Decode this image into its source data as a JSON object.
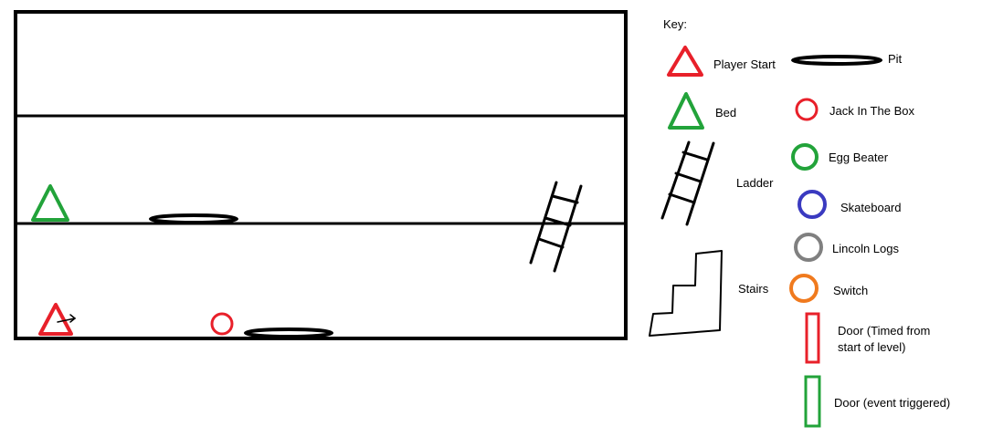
{
  "key_title": "Key:",
  "colors": {
    "red": "#e8202a",
    "green": "#22a33a",
    "blue": "#3a3ac0",
    "gray": "#808080",
    "orange": "#f07a1e",
    "black": "#000000"
  },
  "legend": {
    "player_start": "Player Start",
    "pit": "Pit",
    "bed": "Bed",
    "jack_in_the_box": "Jack In The Box",
    "egg_beater": "Egg Beater",
    "ladder": "Ladder",
    "skateboard": "Skateboard",
    "lincoln_logs": "Lincoln Logs",
    "stairs": "Stairs",
    "switch": "Switch",
    "door_timed_line1": "Door (Timed from",
    "door_timed_line2": "start of level)",
    "door_event": "Door (event triggered)"
  }
}
